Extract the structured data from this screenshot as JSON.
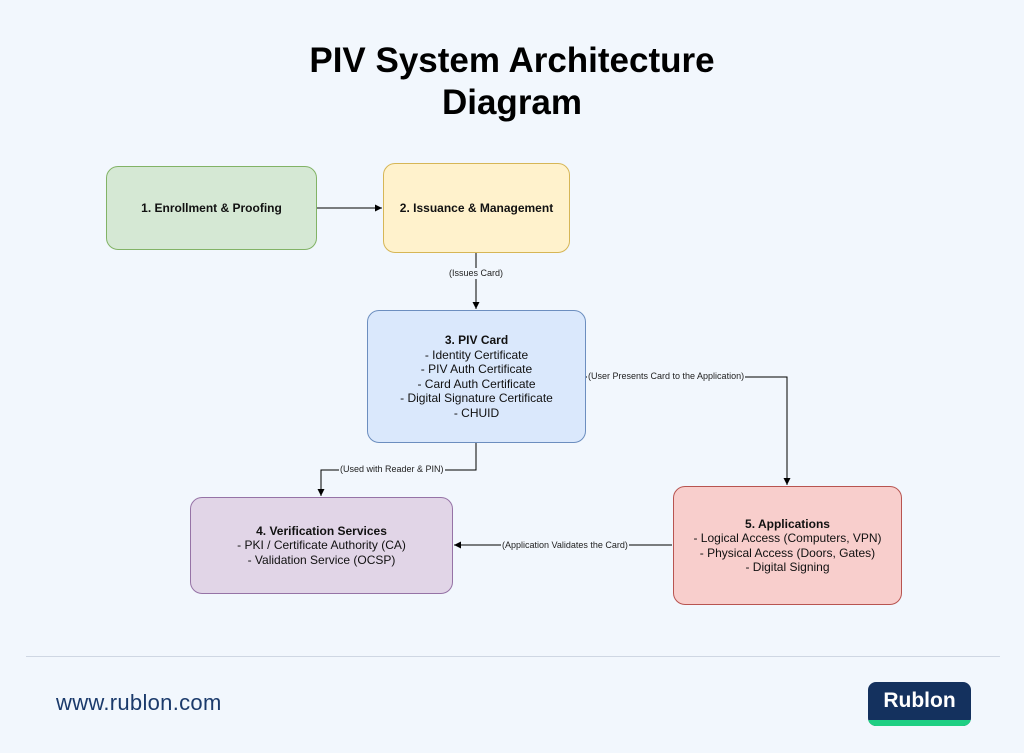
{
  "title": {
    "line1": "PIV System Architecture",
    "line2": "Diagram"
  },
  "nodes": {
    "enrollment": {
      "title": "1. Enrollment & Proofing",
      "lines": []
    },
    "issuance": {
      "title": "2. Issuance & Management",
      "lines": []
    },
    "piv_card": {
      "title": "3. PIV Card",
      "lines": [
        "- Identity Certificate",
        "- PIV Auth Certificate",
        "- Card Auth Certificate",
        "- Digital Signature Certificate",
        "- CHUID"
      ]
    },
    "verification": {
      "title": "4. Verification Services",
      "lines": [
        "- PKI / Certificate Authority (CA)",
        "- Validation Service (OCSP)"
      ]
    },
    "applications": {
      "title": "5. Applications",
      "lines": [
        "- Logical Access (Computers, VPN)",
        "- Physical Access (Doors, Gates)",
        "- Digital Signing"
      ]
    }
  },
  "edges": {
    "issues_card": "(Issues Card)",
    "user_presents": "(User Presents Card to the Application)",
    "used_with_reader": "(Used with Reader & PIN)",
    "app_validates": "(Application Validates the Card)"
  },
  "colors": {
    "enrollment": {
      "fill": "#d5e8d4",
      "stroke": "#82b366"
    },
    "issuance": {
      "fill": "#fff2cc",
      "stroke": "#d6b656"
    },
    "piv_card": {
      "fill": "#dae8fc",
      "stroke": "#6c8ebf"
    },
    "verification": {
      "fill": "#e1d5e7",
      "stroke": "#9673a6"
    },
    "applications": {
      "fill": "#f8cecc",
      "stroke": "#b85450"
    },
    "brand": "#14315e",
    "brand_accent": "#1fcf83"
  },
  "footer": {
    "url": "www.rublon.com",
    "logo_text": "Rublon"
  }
}
